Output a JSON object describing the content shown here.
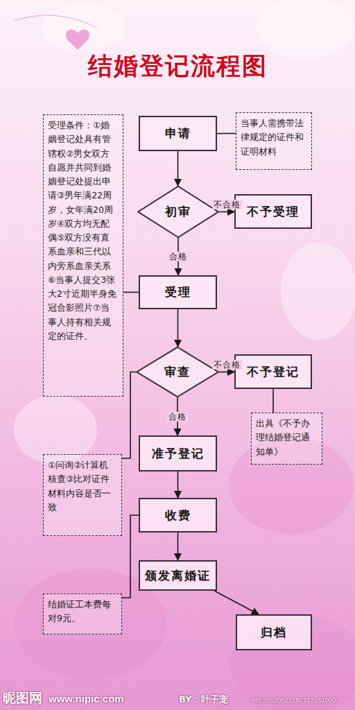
{
  "diagram": {
    "title": "结婚登记流程图",
    "nodes": [
      {
        "text": [
          "受理条件：①婚姻登记处具有管辖权②男女双方自愿并共同到婚姻登记处提出申请③男年满22周岁，女年满20周岁④双方均无配偶⑤双方没有直系血亲和三代以内旁系血亲关系⑥当事人提交3张大2寸近期半身免冠合影照片⑦当事人持有相关规定的证件。"
        ]
      },
      {
        "text": [
          "申请"
        ]
      },
      {
        "text": [
          "当事人需携带法律规定的证件和证明材料"
        ]
      },
      {
        "text": [
          "初审"
        ]
      },
      {
        "text": [
          "不予受理"
        ]
      },
      {
        "text": [
          "受理"
        ]
      },
      {
        "text": [
          "审查"
        ]
      },
      {
        "text": [
          "不予登记"
        ]
      },
      {
        "text": [
          "出具《不予办理结婚登记通知单》"
        ]
      },
      {
        "text": [
          "准予登记"
        ]
      },
      {
        "text": [
          "①问询②计算机核查③比对证件材料内容是否一致"
        ]
      },
      {
        "text": [
          "收费"
        ]
      },
      {
        "text": [
          "颁发离婚证"
        ]
      },
      {
        "text": [
          "结婚证工本费每对9元。"
        ]
      },
      {
        "text": [
          "归档"
        ]
      }
    ],
    "edges": [
      {
        "from": 1,
        "to": 3,
        "arrow": "to"
      },
      {
        "from": 3,
        "to": 4,
        "label": "不合格",
        "arrow": "to"
      },
      {
        "from": 3,
        "to": 5,
        "label": "合格",
        "arrow": "to"
      },
      {
        "from": 5,
        "to": 6,
        "arrow": "to"
      },
      {
        "from": 6,
        "to": 7,
        "label": "不合格",
        "arrow": "to"
      },
      {
        "from": 6,
        "to": 9,
        "label": "合格",
        "arrow": "to"
      },
      {
        "from": 9,
        "to": 11,
        "arrow": "to"
      },
      {
        "from": 11,
        "to": 12,
        "arrow": "to"
      },
      {
        "from": 12,
        "to": 14,
        "arrow": "to"
      },
      {
        "from": 0,
        "to": 5,
        "arrow": "none"
      },
      {
        "from": 2,
        "to": 1,
        "arrow": "none"
      },
      {
        "from": 7,
        "to": 8,
        "arrow": "none"
      },
      {
        "from": 10,
        "to": 6,
        "arrow": "none"
      },
      {
        "from": 13,
        "to": 11,
        "arrow": "none"
      }
    ],
    "labels": [
      "昵图网",
      "www.nipic.com",
      "BY：叶子宠",
      "NO:20120523182717151000"
    ]
  }
}
